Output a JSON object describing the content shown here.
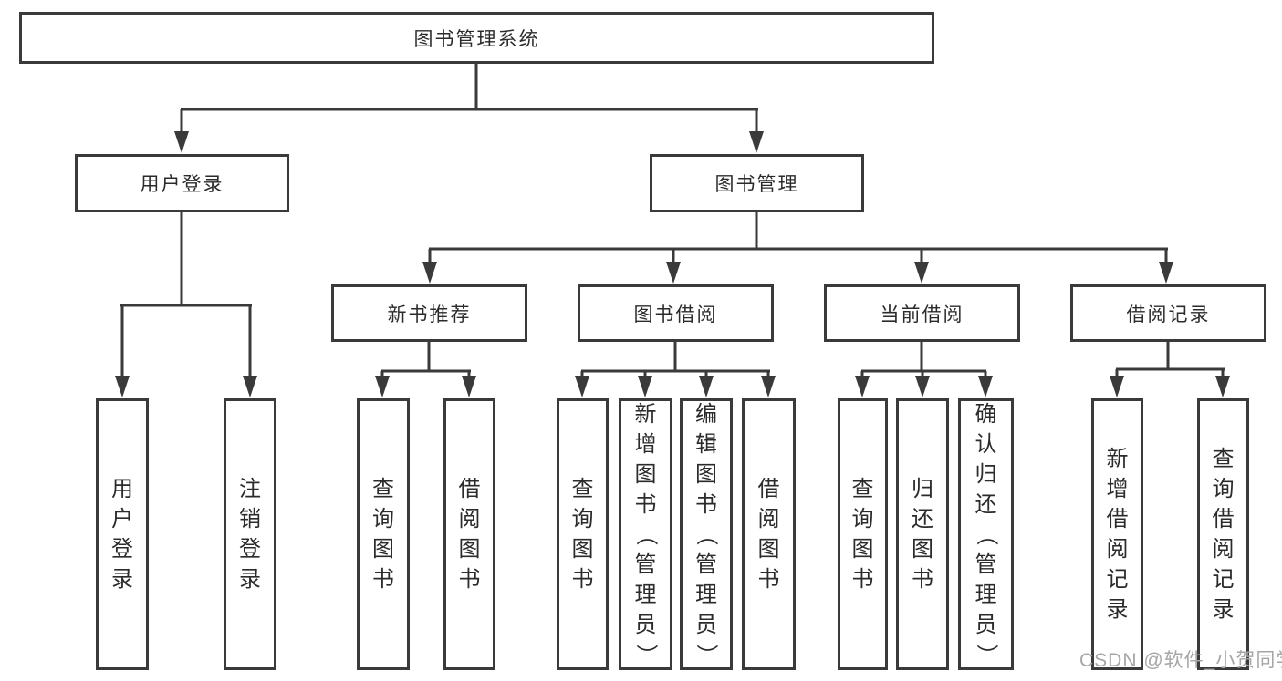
{
  "diagram": {
    "title_node": "图书管理系统",
    "tree": {
      "label": "图书管理系统",
      "children": [
        {
          "label": "用户登录",
          "children": [
            {
              "label": "用户登录"
            },
            {
              "label": "注销登录"
            }
          ]
        },
        {
          "label": "图书管理",
          "children": [
            {
              "label": "新书推荐",
              "children": [
                {
                  "label": "查询图书"
                },
                {
                  "label": "借阅图书"
                }
              ]
            },
            {
              "label": "图书借阅",
              "children": [
                {
                  "label": "查询图书"
                },
                {
                  "label": "新增图书（管理员）"
                },
                {
                  "label": "编辑图书（管理员）"
                },
                {
                  "label": "借阅图书"
                }
              ]
            },
            {
              "label": "当前借阅",
              "children": [
                {
                  "label": "查询图书"
                },
                {
                  "label": "归还图书"
                },
                {
                  "label": "确认归还（管理员）"
                }
              ]
            },
            {
              "label": "借阅记录",
              "children": [
                {
                  "label": "新增借阅记录"
                },
                {
                  "label": "查询借阅记录"
                }
              ]
            }
          ]
        }
      ]
    },
    "colors": {
      "line": "#3a3a3a",
      "text": "#2b2b2b",
      "watermark": "#a6a6a6",
      "background": "#ffffff"
    },
    "watermark_text": "CSDN @软件_小贺同学"
  }
}
